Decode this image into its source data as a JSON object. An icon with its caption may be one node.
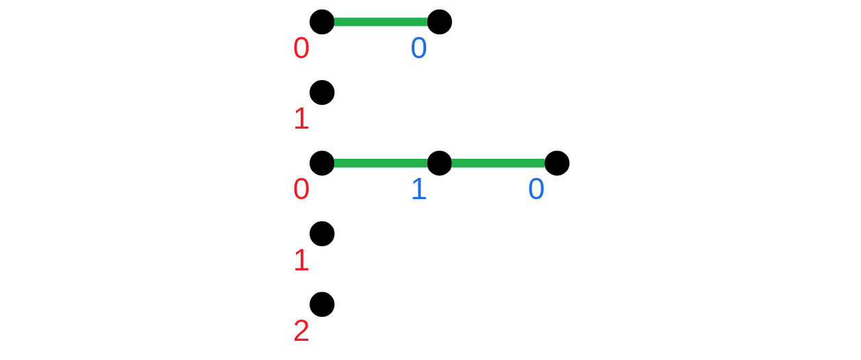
{
  "diagram": {
    "nodes": [
      {
        "text": [],
        "shape": "circle",
        "beside": [
          "2"
        ]
      },
      {
        "text": [],
        "shape": "circle",
        "beside": [
          "1"
        ]
      },
      {
        "text": [],
        "shape": "circle",
        "beside": [
          "0"
        ]
      },
      {
        "text": [],
        "shape": "circle",
        "beside": [
          "1"
        ]
      },
      {
        "text": [],
        "shape": "circle",
        "beside": [
          "0"
        ]
      },
      {
        "text": [],
        "shape": "circle",
        "beside": [
          "1"
        ]
      },
      {
        "text": [],
        "shape": "circle",
        "beside": [
          "0"
        ]
      },
      {
        "text": [],
        "shape": "circle",
        "beside": [
          "0"
        ]
      }
    ],
    "edges": [
      {
        "from": 2,
        "to": 3,
        "arrow": "none"
      },
      {
        "from": 3,
        "to": 4,
        "arrow": "none"
      },
      {
        "from": 6,
        "to": 7,
        "arrow": "none"
      }
    ]
  }
}
